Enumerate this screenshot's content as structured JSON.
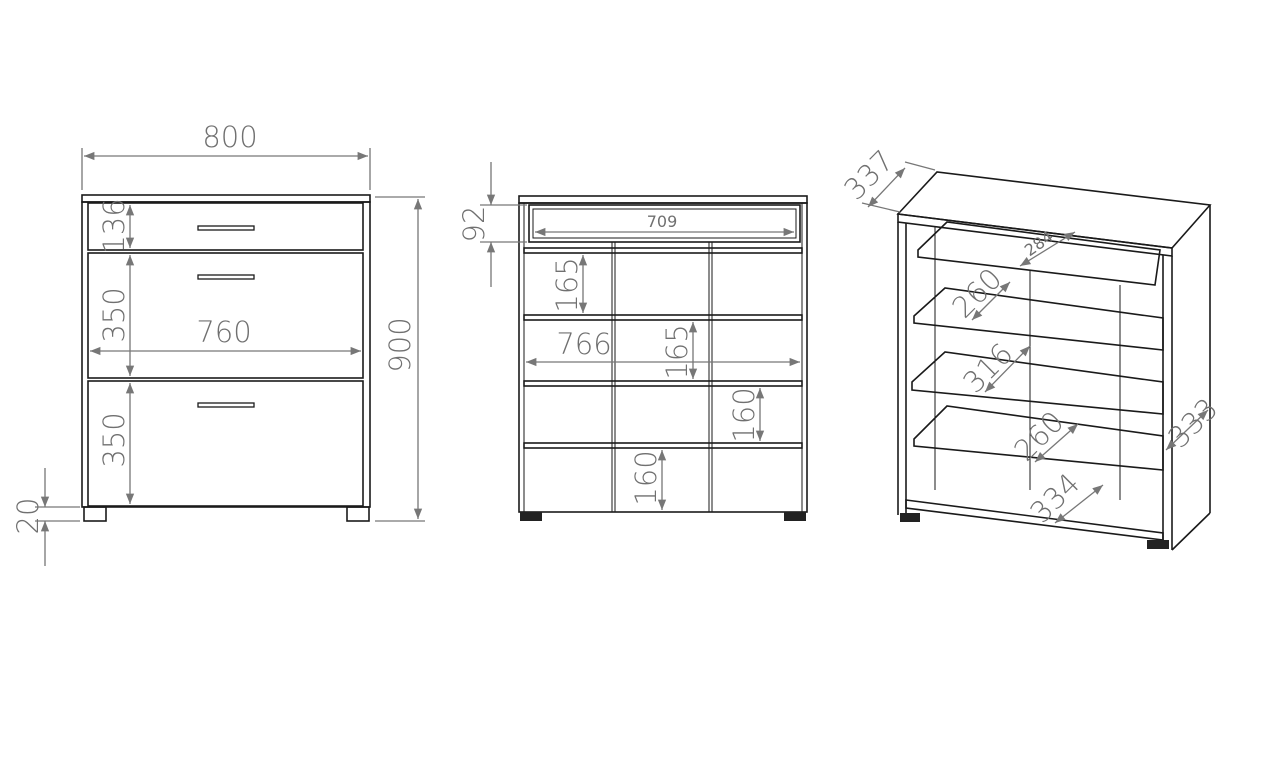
{
  "front_view": {
    "width": "800",
    "drawer_top": "136",
    "drawer_mid": "350",
    "inner_width": "760",
    "drawer_bottom": "350",
    "height": "900",
    "feet": "20"
  },
  "open_view": {
    "drawer_height": "92",
    "drawer_width": "709",
    "shelf1": "165",
    "inner_width": "766",
    "shelf2": "165",
    "shelf3": "160",
    "shelf4": "160"
  },
  "iso_view": {
    "depth": "337",
    "drawer_depth": "284",
    "shelf1": "260",
    "shelf2": "316",
    "side_depth": "333",
    "shelf3": "260",
    "bottom": "334"
  }
}
